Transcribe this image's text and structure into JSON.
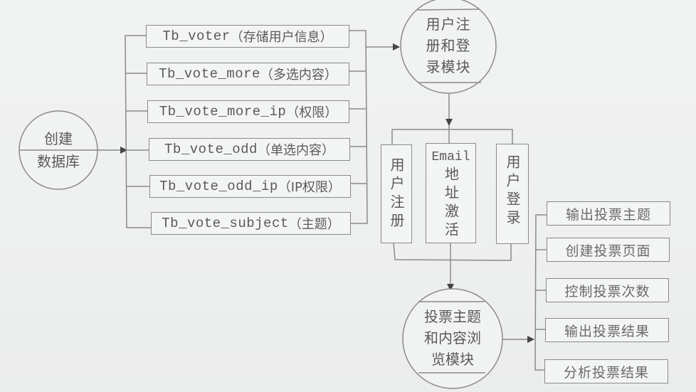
{
  "diagram": {
    "start_node": {
      "line1": "创建",
      "line2": "数据库"
    },
    "tables": [
      {
        "name": "Tb_voter",
        "desc": "（存储用户信息）"
      },
      {
        "name": "Tb_vote_more",
        "desc": "（多选内容）"
      },
      {
        "name": "Tb_vote_more_ip",
        "desc": "（权限）"
      },
      {
        "name": "Tb_vote_odd",
        "desc": "（单选内容）"
      },
      {
        "name": "Tb_vote_odd_ip",
        "desc": "（IP权限）"
      },
      {
        "name": "Tb_vote_subject",
        "desc": "（主题）"
      }
    ],
    "user_module": {
      "line1": "用户注",
      "line2": "册和登",
      "line3": "录模块"
    },
    "user_functions": [
      {
        "prefix": "",
        "label": "用户注册"
      },
      {
        "prefix": "Email",
        "label": "地址激活"
      },
      {
        "prefix": "",
        "label": "用户登录"
      }
    ],
    "vote_module": {
      "line1": "投票主题",
      "line2": "和内容浏",
      "line3": "览模块"
    },
    "vote_functions": [
      {
        "label": "输出投票主题"
      },
      {
        "label": "创建投票页面"
      },
      {
        "label": "控制投票次数"
      },
      {
        "label": "输出投票结果"
      },
      {
        "label": "分析投票结果"
      }
    ],
    "colors": {
      "line": "#8a8a8a",
      "arrow": "#444444",
      "text": "#5a5a5a",
      "background": "#efefef"
    }
  }
}
